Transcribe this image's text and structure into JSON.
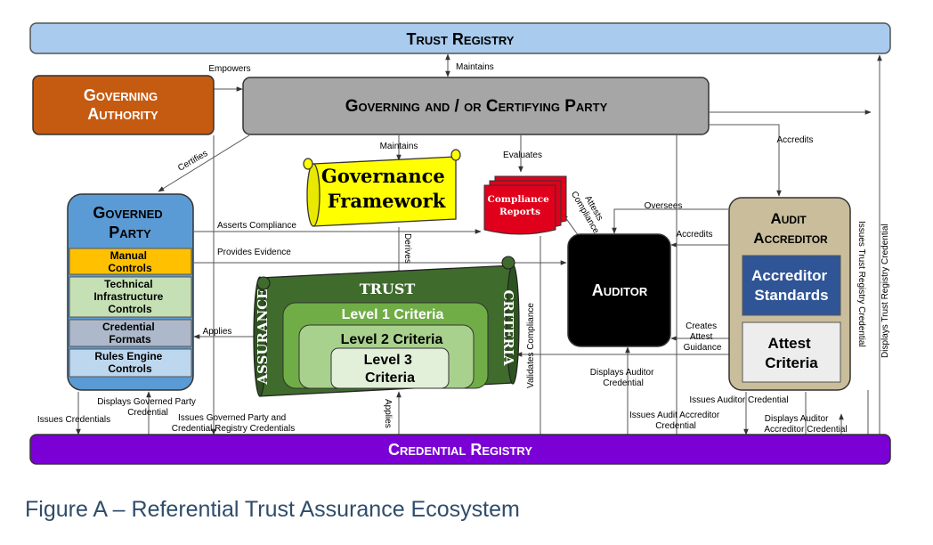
{
  "diagram": {
    "nodes": {
      "trust_registry": "Trust Registry",
      "governing_authority": [
        "Governing",
        "Authority"
      ],
      "certifying_party": "Governing and / or Certifying Party",
      "governed_party": [
        "Governed",
        "Party"
      ],
      "governed_controls": [
        [
          "Manual",
          "Controls"
        ],
        [
          "Technical",
          "Infrastructure",
          "Controls"
        ],
        [
          "Credential",
          "Formats"
        ],
        [
          "Rules Engine",
          "Controls"
        ]
      ],
      "governance_framework": [
        "Governance",
        "Framework"
      ],
      "compliance_reports": [
        "Compliance",
        "Reports"
      ],
      "auditor": "Auditor",
      "audit_accreditor": [
        "Audit",
        "Accreditor"
      ],
      "accreditor_standards": [
        "Accreditor",
        "Standards"
      ],
      "attest_criteria": [
        "Attest",
        "Criteria"
      ],
      "trust_assurance_criteria": {
        "top": "TRUST",
        "left": "ASSURANCE",
        "right": "CRITERIA",
        "levels": [
          [
            "Level 1 Criteria"
          ],
          [
            "Level 2 Criteria"
          ],
          [
            "Level 3",
            "Criteria"
          ]
        ]
      },
      "credential_registry": "Credential Registry"
    },
    "edges": {
      "empowers": "Empowers",
      "maintains_registry": "Maintains",
      "certifies": "Certifies",
      "maintains_framework": "Maintains",
      "evaluates": "Evaluates",
      "accredits_top": "Accredits",
      "asserts_compliance": "Asserts Compliance",
      "attests_compliance": [
        "Attests",
        "Compliance"
      ],
      "oversees": "Oversees",
      "provides_evidence": "Provides Evidence",
      "accredits_auditor": "Accredits",
      "derives": "Derives",
      "applies_left": "Applies",
      "validates_compliance": "Validates Compliance",
      "creates_attest_guidance": [
        "Creates",
        "Attest",
        "Guidance"
      ],
      "issues_trust_registry_credential": "Issues Trust Registry Credential",
      "displays_trust_registry_credential": "Displays Trust Registry Credential",
      "displays_governed_party_credential": [
        "Displays Governed Party",
        "Credential"
      ],
      "issues_credentials": "Issues Credentials",
      "issues_governed_party_credentials": [
        "Issues Governed Party and",
        "Credential Registry Credentials"
      ],
      "applies_bottom": "Applies",
      "displays_auditor_credential": [
        "Displays Auditor",
        "Credential"
      ],
      "issues_audit_accreditor_credential": [
        "Issues Audit Accreditor",
        "Credential"
      ],
      "issues_auditor_credential": "Issues Auditor Credential",
      "displays_audit_accreditor_credential": [
        "Displays Auditor",
        "Accreditor Credential"
      ]
    },
    "caption": "Figure A – Referential Trust Assurance Ecosystem",
    "colors": {
      "trust_registry": "#a9cbee",
      "governing_authority": "#c55a11",
      "certifying_party": "#a6a6a6",
      "governed_party": "#5b9bd5",
      "manual_controls": "#ffc000",
      "technical_controls": "#c5e0b4",
      "credential_formats": "#adb9ca",
      "rules_controls": "#bdd7ee",
      "governance_framework": "#ffff00",
      "compliance_reports": "#e0001b",
      "auditor": "#000000",
      "audit_accreditor": "#c9bd9b",
      "accreditor_standards": "#2f5597",
      "attest_criteria": "#ededed",
      "trust_scroll": "#3f6b2c",
      "credential_registry": "#7b00d6"
    }
  }
}
